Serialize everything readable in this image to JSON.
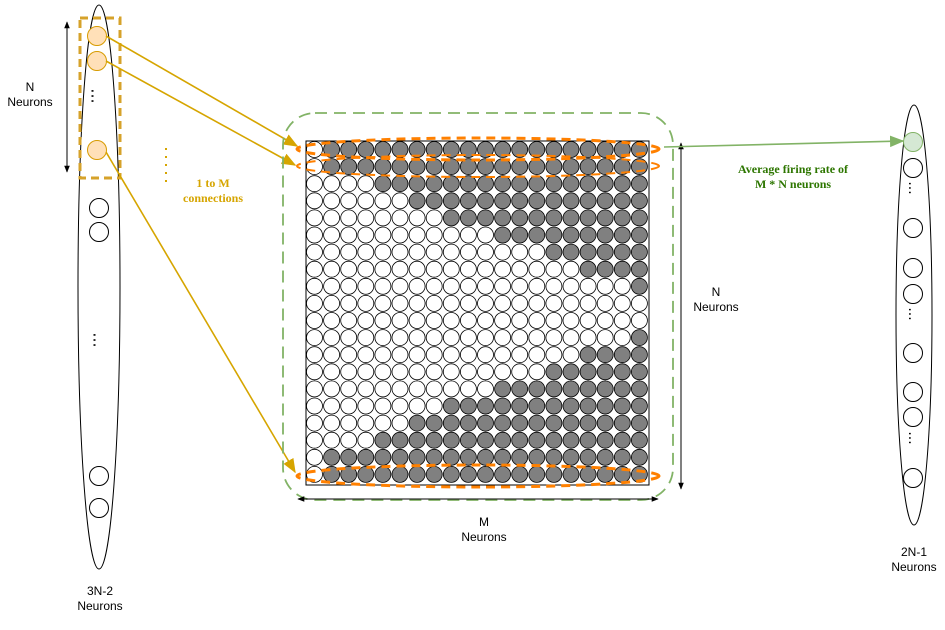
{
  "labels": {
    "left_group": "N\nNeurons",
    "left_total": "3N-2\nNeurons",
    "connections": "1 to M\nconnections",
    "grid_height": "N\nNeurons",
    "grid_width": "M\nNeurons",
    "output_caption": "Average firing rate of\nM * N neurons",
    "right_total": "2N-1\nNeurons"
  },
  "colors": {
    "input_neuron_fill": "#ffe0b8",
    "input_neuron_stroke": "#d79b00",
    "input_box": "#d6a22a",
    "connection_arrow": "#d6a500",
    "connection_text": "#d6a500",
    "grid_frame": "#82b366",
    "row_highlight": "#ff8000",
    "filled_neuron": "#808080",
    "output_neuron_fill": "#d5e8d4",
    "output_arrow": "#82b366",
    "output_caption": "#2d7600"
  },
  "grid": {
    "columns": 20,
    "rows": 20,
    "filled_from_column_per_row": [
      1,
      1,
      4,
      6,
      8,
      11,
      14,
      16,
      19,
      20,
      20,
      19,
      16,
      14,
      11,
      8,
      6,
      4,
      1,
      1
    ]
  }
}
